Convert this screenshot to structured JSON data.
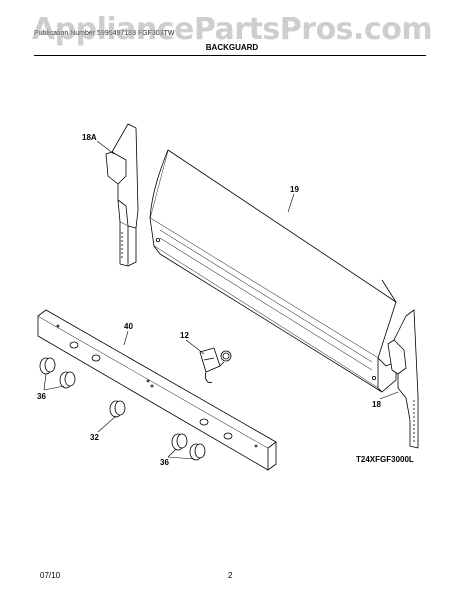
{
  "watermark": "AppliancePartsPros.com",
  "header": {
    "publication_line": "Publication Number 5995497183 FGF303TW",
    "section_title": "BACKGUARD"
  },
  "callouts": {
    "part_18a": "18A",
    "part_19": "19",
    "part_40": "40",
    "part_12": "12",
    "part_36_top": "36",
    "part_32": "32",
    "part_36_bottom": "36",
    "part_18": "18"
  },
  "model_id": "T24XFGF3000L",
  "footer": {
    "date": "07/10",
    "page": "2"
  }
}
